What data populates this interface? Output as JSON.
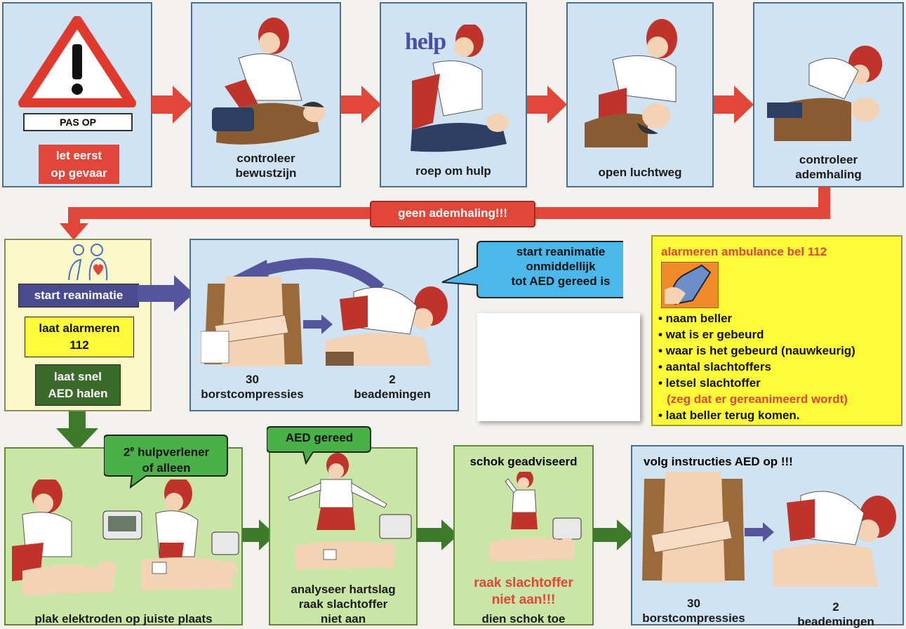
{
  "row1": {
    "step1_sign": "PAS OP",
    "step1_label": "let eerst op gevaar",
    "step1_label_l1": "let eerst",
    "step1_label_l2": "op gevaar",
    "step2_l1": "controleer",
    "step2_l2": "bewustzijn",
    "step3_help": "help",
    "step3_caption": "roep om hulp",
    "step4_caption": "open luchtweg",
    "step5_l1": "controleer",
    "step5_l2": "ademhaling"
  },
  "connector_label": "geen ademhaling!!!",
  "row2": {
    "start_reanimatie": "start reanimatie",
    "alarmeren_l1": "laat alarmeren",
    "alarmeren_l2": "112",
    "aed_l1": "laat snel",
    "aed_l2": "AED halen",
    "compress_num": "30",
    "compress_label": "borstcompressies",
    "breath_num": "2",
    "breath_label": "beademingen",
    "bubble_l1": "start reanimatie",
    "bubble_l2": "onmiddellijk",
    "bubble_l3": "tot AED gereed is",
    "ambulance_title": "alarmeren ambulance bel 112",
    "ambulance_items": [
      "• naam beller",
      "• wat is er gebeurd",
      "• waar is het gebeurd (nauwkeurig)",
      "• aantal slachtoffers",
      "• letsel slachtoffer"
    ],
    "ambulance_note": "(zeg dat er gereanimeerd wordt)",
    "ambulance_last": "• laat beller terug komen."
  },
  "row3": {
    "bubble2_l1": "2",
    "bubble2_sup": "e",
    "bubble2_l1b": " hulpverlener",
    "bubble2_l2": "of alleen",
    "plak_caption": "plak elektroden op juiste plaats",
    "aed_gereed": "AED gereed",
    "analyse_l1": "analyseer hartslag",
    "analyse_l2": "raak slachtoffer",
    "analyse_l3": "niet aan",
    "schok_title": "schok geadviseerd",
    "schok_warn_l1": "raak slachtoffer",
    "schok_warn_l2": "niet aan!!!",
    "schok_caption": "dien schok toe",
    "volg_title": "volg instructies AED op !!!",
    "volg_num1": "30",
    "volg_label1": "borstcompressies",
    "volg_num2": "2",
    "volg_label2": "beademingen"
  },
  "colors": {
    "red_arrow": "#e0463a",
    "blue_arrow": "#54559c",
    "green_arrow": "#3d7a2a",
    "panel_blue": "#cfe3f2",
    "panel_green": "#c9e6a6",
    "panel_yellow": "#fdfa3a",
    "label_red": "#e0463a",
    "label_navy": "#4a4a8e",
    "label_green": "#3c6a2a"
  }
}
